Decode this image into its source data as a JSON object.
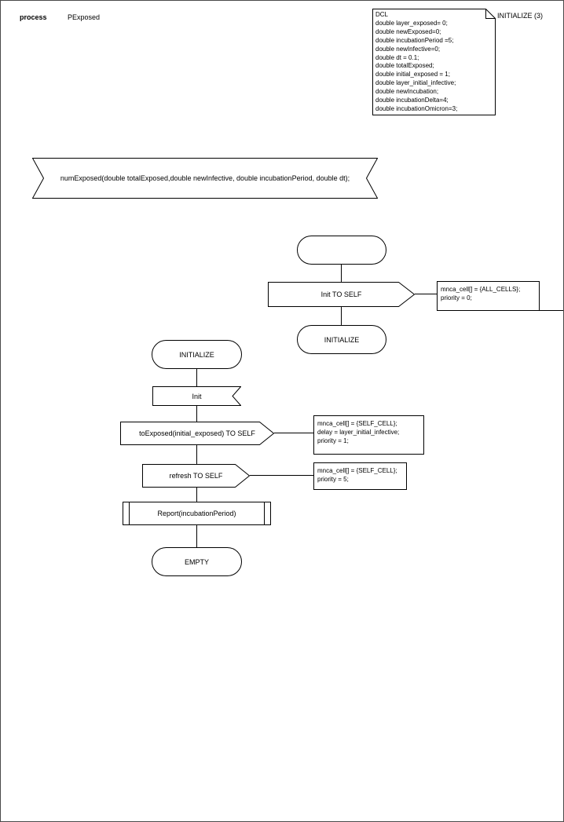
{
  "header": {
    "kind_label": "process",
    "name_label": "PExposed",
    "page_label": "INITIALIZE (3)"
  },
  "dcl": {
    "lines": [
      "DCL",
      "double layer_exposed= 0;",
      "double newExposed=0;",
      "double incubationPeriod =5;",
      "double newInfective=0;",
      "double dt = 0.1;",
      "double totalExposed;",
      "double initial_exposed = 1;",
      "double layer_initial_infective;",
      "double newIncubation;",
      "double incubationDelta=4;",
      "double incubationOmicron=3;"
    ]
  },
  "procedure_decl": {
    "text": "numExposed(double totalExposed,double newInfective, double incubationPeriod, double dt);"
  },
  "flow_start": {
    "start_state_label": "",
    "output_init_label": "Init TO SELF",
    "next_state_label": "INITIALIZE",
    "comment_lines": [
      "mnca_cell[] = {ALL_CELLS};",
      "priority = 0;"
    ]
  },
  "flow_initialize": {
    "state_label": "INITIALIZE",
    "input_label": "Init",
    "output_toexposed_label": "toExposed(initial_exposed) TO SELF",
    "comment_toexposed_lines": [
      "mnca_cell[] = {SELF_CELL};",
      "delay = layer_initial_infective;",
      "priority = 1;"
    ],
    "output_refresh_label": "refresh TO SELF",
    "comment_refresh_lines": [
      "mnca_cell[] = {SELF_CELL};",
      "priority = 5;"
    ],
    "procedure_call_label": "Report(incubationPeriod)",
    "end_state_label": "EMPTY"
  },
  "colors": {
    "line": "#000000",
    "frame": "#4a4a4a",
    "background": "#ffffff"
  }
}
